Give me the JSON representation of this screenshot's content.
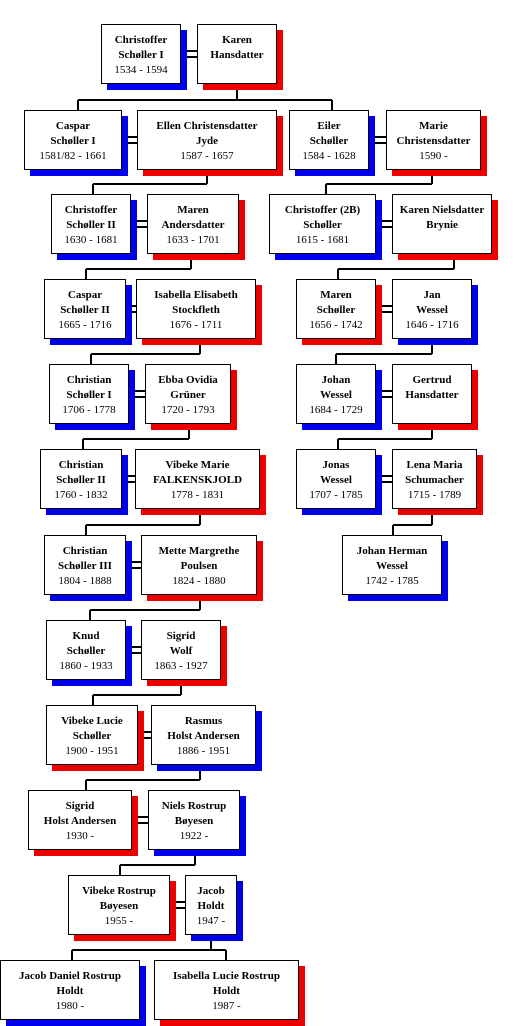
{
  "colors": {
    "male_shadow": "#0000ee",
    "female_shadow": "#ee0000",
    "line": "#000000",
    "box_border": "#000000"
  },
  "people": {
    "christoffer_i": {
      "line1": "Christoffer",
      "line2": "Schøller I",
      "years": "1534 - 1594",
      "sex": "m"
    },
    "karen_hansdatter": {
      "line1": "Karen",
      "line2": "Hansdatter",
      "years": "",
      "sex": "f"
    },
    "caspar_i": {
      "line1": "Caspar",
      "line2": "Schøller I",
      "years": "1581/82 - 1661",
      "sex": "m"
    },
    "ellen": {
      "line1": "Ellen Christensdatter",
      "line2": "Jyde",
      "years": "1587 - 1657",
      "sex": "f"
    },
    "eiler": {
      "line1": "Eiler",
      "line2": "Schøller",
      "years": "1584 - 1628",
      "sex": "m"
    },
    "marie": {
      "line1": "Marie",
      "line2": "Christensdatter",
      "years": "1590 -",
      "sex": "f"
    },
    "christoffer_ii": {
      "line1": "Christoffer",
      "line2": "Schøller II",
      "years": "1630 - 1681",
      "sex": "m"
    },
    "maren_a": {
      "line1": "Maren",
      "line2": "Andersdatter",
      "years": "1633 - 1701",
      "sex": "f"
    },
    "christoffer_2b": {
      "line1": "Christoffer (2B)",
      "line2": "Schøller",
      "years": "1615 - 1681",
      "sex": "m"
    },
    "karen_n": {
      "line1": "Karen Nielsdatter",
      "line2": "Brynie",
      "years": "",
      "sex": "f"
    },
    "caspar_ii": {
      "line1": "Caspar",
      "line2": "Schøller II",
      "years": "1665 - 1716",
      "sex": "m"
    },
    "isabella_e": {
      "line1": "Isabella Elisabeth",
      "line2": "Stockfleth",
      "years": "1676 - 1711",
      "sex": "f"
    },
    "maren_s": {
      "line1": "Maren",
      "line2": "Schøller",
      "years": "1656 - 1742",
      "sex": "f"
    },
    "jan_wessel": {
      "line1": "Jan",
      "line2": "Wessel",
      "years": "1646 - 1716",
      "sex": "m"
    },
    "christian_i": {
      "line1": "Christian",
      "line2": "Schøller I",
      "years": "1706 - 1778",
      "sex": "m"
    },
    "ebba": {
      "line1": "Ebba Ovidia",
      "line2": "Grüner",
      "years": "1720 - 1793",
      "sex": "f"
    },
    "johan_wessel": {
      "line1": "Johan",
      "line2": "Wessel",
      "years": "1684 - 1729",
      "sex": "m"
    },
    "gertrud": {
      "line1": "Gertrud",
      "line2": "Hansdatter",
      "years": "",
      "sex": "f"
    },
    "christian_ii": {
      "line1": "Christian",
      "line2": "Schøller II",
      "years": "1760 - 1832",
      "sex": "m"
    },
    "vibeke_marie": {
      "line1": "Vibeke Marie",
      "line2": "FALKENSKJOLD",
      "years": "1778 - 1831",
      "sex": "f"
    },
    "jonas": {
      "line1": "Jonas",
      "line2": "Wessel",
      "years": "1707 - 1785",
      "sex": "m"
    },
    "lena": {
      "line1": "Lena Maria",
      "line2": "Schumacher",
      "years": "1715 - 1789",
      "sex": "f"
    },
    "christian_iii": {
      "line1": "Christian",
      "line2": "Schøller III",
      "years": "1804 - 1888",
      "sex": "m"
    },
    "mette": {
      "line1": "Mette Margrethe",
      "line2": "Poulsen",
      "years": "1824 - 1880",
      "sex": "f"
    },
    "johan_herman": {
      "line1": "Johan Herman",
      "line2": "Wessel",
      "years": "1742 - 1785",
      "sex": "m"
    },
    "knud": {
      "line1": "Knud",
      "line2": "Schøller",
      "years": "1860 - 1933",
      "sex": "m"
    },
    "sigrid_wolf": {
      "line1": "Sigrid",
      "line2": "Wolf",
      "years": "1863 - 1927",
      "sex": "f"
    },
    "vibeke_lucie": {
      "line1": "Vibeke Lucie",
      "line2": "Schøller",
      "years": "1900 - 1951",
      "sex": "f"
    },
    "rasmus": {
      "line1": "Rasmus",
      "line2": "Holst Andersen",
      "years": "1886 - 1951",
      "sex": "m"
    },
    "sigrid_ha": {
      "line1": "Sigrid",
      "line2": "Holst Andersen",
      "years": "1930 -",
      "sex": "f"
    },
    "niels": {
      "line1": "Niels Rostrup",
      "line2": "Bøyesen",
      "years": "1922 -",
      "sex": "m"
    },
    "vibeke_rb": {
      "line1": "Vibeke Rostrup",
      "line2": "Bøyesen",
      "years": "1955 -",
      "sex": "f"
    },
    "jacob_holdt": {
      "line1": "Jacob",
      "line2": "Holdt",
      "years": "1947 -",
      "sex": "m"
    },
    "jacob_daniel": {
      "line1": "Jacob Daniel Rostrup",
      "line2": "Holdt",
      "years": "1980 -",
      "sex": "m"
    },
    "isabella_lucie": {
      "line1": "Isabella Lucie Rostrup",
      "line2": "Holdt",
      "years": "1987 -",
      "sex": "f"
    }
  }
}
